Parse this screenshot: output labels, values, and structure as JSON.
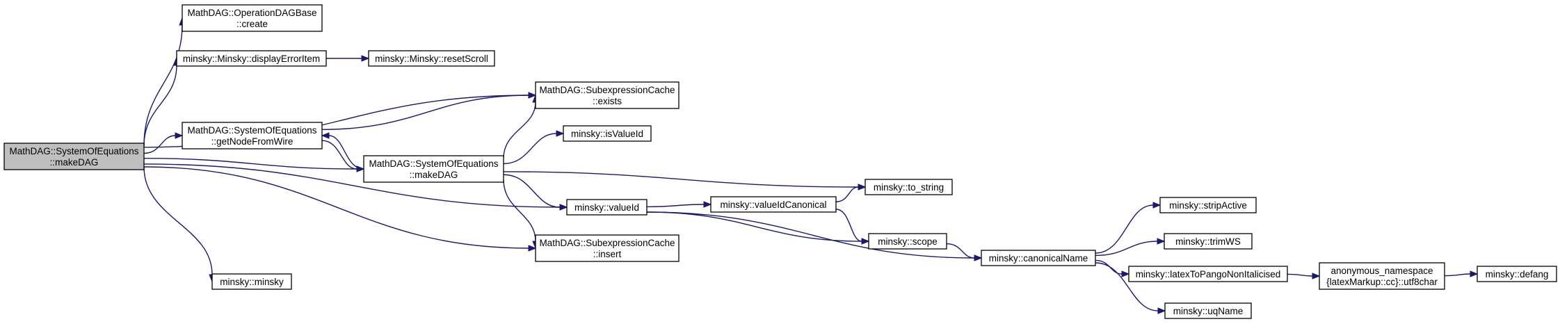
{
  "diagram": {
    "colors": {
      "edge": "#191970",
      "root_fill": "#bfbfbf",
      "node_fill": "#ffffff",
      "node_border": "#000000"
    },
    "nodes": [
      {
        "id": "makeDAG_root",
        "lines": [
          "MathDAG::SystemOfEquations",
          "::makeDAG"
        ],
        "root": true
      },
      {
        "id": "OpDAGBase_create",
        "lines": [
          "MathDAG::OperationDAGBase",
          "::create"
        ]
      },
      {
        "id": "displayErrorItem",
        "lines": [
          "minsky::Minsky::displayErrorItem"
        ]
      },
      {
        "id": "resetScroll",
        "lines": [
          "minsky::Minsky::resetScroll"
        ]
      },
      {
        "id": "cache_exists",
        "lines": [
          "MathDAG::SubexpressionCache",
          "::exists"
        ]
      },
      {
        "id": "getNodeFromWire",
        "lines": [
          "MathDAG::SystemOfEquations",
          "::getNodeFromWire"
        ]
      },
      {
        "id": "isValueId",
        "lines": [
          "minsky::isValueId"
        ]
      },
      {
        "id": "makeDAG2",
        "lines": [
          "MathDAG::SystemOfEquations",
          "::makeDAG"
        ]
      },
      {
        "id": "to_string",
        "lines": [
          "minsky::to_string"
        ]
      },
      {
        "id": "valueId",
        "lines": [
          "minsky::valueId"
        ]
      },
      {
        "id": "valueIdCanonical",
        "lines": [
          "minsky::valueIdCanonical"
        ]
      },
      {
        "id": "scope",
        "lines": [
          "minsky::scope"
        ]
      },
      {
        "id": "cache_insert",
        "lines": [
          "MathDAG::SubexpressionCache",
          "::insert"
        ]
      },
      {
        "id": "canonicalName",
        "lines": [
          "minsky::canonicalName"
        ]
      },
      {
        "id": "stripActive",
        "lines": [
          "minsky::stripActive"
        ]
      },
      {
        "id": "trimWS",
        "lines": [
          "minsky::trimWS"
        ]
      },
      {
        "id": "latexToPango",
        "lines": [
          "minsky::latexToPangoNonItalicised"
        ]
      },
      {
        "id": "utf8char",
        "lines": [
          "anonymous_namespace",
          "{latexMarkup::cc}::utf8char"
        ]
      },
      {
        "id": "defang",
        "lines": [
          "minsky::defang"
        ]
      },
      {
        "id": "uqName",
        "lines": [
          "minsky::uqName"
        ]
      },
      {
        "id": "minsky_minsky",
        "lines": [
          "minsky::minsky"
        ]
      }
    ],
    "edges": [
      {
        "from": "makeDAG_root",
        "to": "OpDAGBase_create"
      },
      {
        "from": "makeDAG_root",
        "to": "displayErrorItem"
      },
      {
        "from": "makeDAG_root",
        "to": "cache_exists"
      },
      {
        "from": "makeDAG_root",
        "to": "getNodeFromWire"
      },
      {
        "from": "makeDAG_root",
        "to": "makeDAG2"
      },
      {
        "from": "makeDAG_root",
        "to": "valueId"
      },
      {
        "from": "makeDAG_root",
        "to": "cache_insert"
      },
      {
        "from": "makeDAG_root",
        "to": "minsky_minsky"
      },
      {
        "from": "displayErrorItem",
        "to": "resetScroll"
      },
      {
        "from": "getNodeFromWire",
        "to": "cache_exists"
      },
      {
        "from": "getNodeFromWire",
        "to": "makeDAG2"
      },
      {
        "from": "makeDAG2",
        "to": "getNodeFromWire"
      },
      {
        "from": "makeDAG2",
        "to": "cache_exists"
      },
      {
        "from": "makeDAG2",
        "to": "isValueId"
      },
      {
        "from": "makeDAG2",
        "to": "to_string"
      },
      {
        "from": "makeDAG2",
        "to": "valueId"
      },
      {
        "from": "makeDAG2",
        "to": "cache_insert"
      },
      {
        "from": "valueId",
        "to": "valueIdCanonical"
      },
      {
        "from": "valueId",
        "to": "scope"
      },
      {
        "from": "valueId",
        "to": "canonicalName"
      },
      {
        "from": "valueIdCanonical",
        "to": "to_string"
      },
      {
        "from": "valueIdCanonical",
        "to": "scope"
      },
      {
        "from": "scope",
        "to": "canonicalName"
      },
      {
        "from": "canonicalName",
        "to": "stripActive"
      },
      {
        "from": "canonicalName",
        "to": "trimWS"
      },
      {
        "from": "canonicalName",
        "to": "latexToPango"
      },
      {
        "from": "canonicalName",
        "to": "uqName"
      },
      {
        "from": "latexToPango",
        "to": "utf8char"
      },
      {
        "from": "utf8char",
        "to": "defang"
      }
    ]
  }
}
